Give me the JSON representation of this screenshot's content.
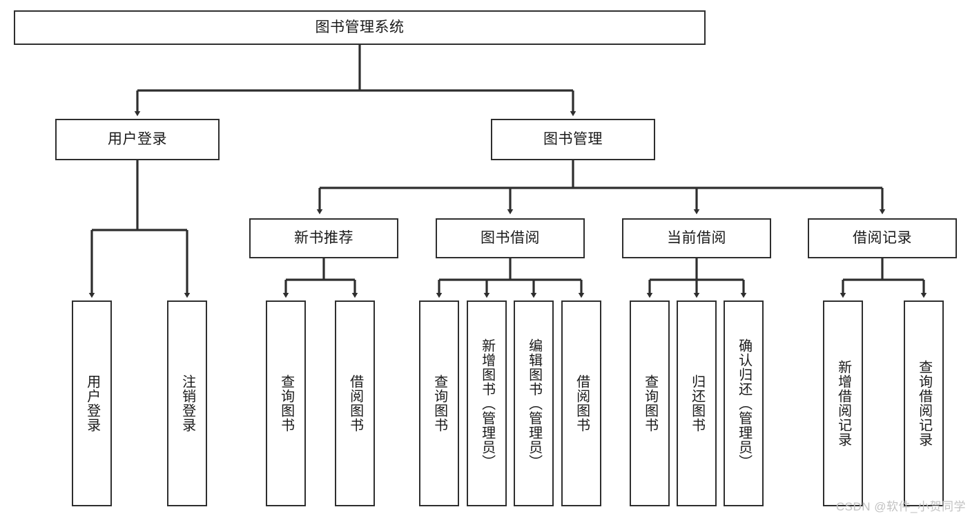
{
  "diagram": {
    "type": "tree-hierarchy-chart",
    "title": "图书管理系统",
    "stroke_color": "#2e2e2e",
    "background_color": "#ffffff",
    "text_color": "#1a1a1a",
    "watermark": "CSDN @软件_小贺同学",
    "nodes": {
      "root": {
        "label": "图书管理系统",
        "level": 1
      },
      "n_user_login": {
        "label": "用户登录",
        "level": 2
      },
      "n_book_mgmt": {
        "label": "图书管理",
        "level": 2
      },
      "n_new_book_rec": {
        "label": "新书推荐",
        "level": 3
      },
      "n_book_borrow": {
        "label": "图书借阅",
        "level": 3
      },
      "n_current_borrow": {
        "label": "当前借阅",
        "level": 3
      },
      "n_borrow_record": {
        "label": "借阅记录",
        "level": 3
      },
      "l_user_login": {
        "label": "用户登录",
        "level": 4
      },
      "l_user_logout": {
        "label": "注销登录",
        "level": 4
      },
      "l_query_book_1": {
        "label": "查询图书",
        "level": 4
      },
      "l_borrow_book_1": {
        "label": "借阅图书",
        "level": 4
      },
      "l_query_book_2": {
        "label": "查询图书",
        "level": 4
      },
      "l_add_book": {
        "label": "新增图书（管理员）",
        "level": 4
      },
      "l_edit_book": {
        "label": "编辑图书（管理员）",
        "level": 4
      },
      "l_borrow_book_2": {
        "label": "借阅图书",
        "level": 4
      },
      "l_query_book_3": {
        "label": "查询图书",
        "level": 4
      },
      "l_return_book": {
        "label": "归还图书",
        "level": 4
      },
      "l_confirm_return": {
        "label": "确认归还（管理员）",
        "level": 4
      },
      "l_add_record": {
        "label": "新增借阅记录",
        "level": 4
      },
      "l_query_record": {
        "label": "查询借阅记录",
        "level": 4
      }
    },
    "edges": [
      {
        "from": "root",
        "to": "n_user_login"
      },
      {
        "from": "root",
        "to": "n_book_mgmt"
      },
      {
        "from": "n_user_login",
        "to": "l_user_login"
      },
      {
        "from": "n_user_login",
        "to": "l_user_logout"
      },
      {
        "from": "n_book_mgmt",
        "to": "n_new_book_rec"
      },
      {
        "from": "n_book_mgmt",
        "to": "n_book_borrow"
      },
      {
        "from": "n_book_mgmt",
        "to": "n_current_borrow"
      },
      {
        "from": "n_book_mgmt",
        "to": "n_borrow_record"
      },
      {
        "from": "n_new_book_rec",
        "to": "l_query_book_1"
      },
      {
        "from": "n_new_book_rec",
        "to": "l_borrow_book_1"
      },
      {
        "from": "n_book_borrow",
        "to": "l_query_book_2"
      },
      {
        "from": "n_book_borrow",
        "to": "l_add_book"
      },
      {
        "from": "n_book_borrow",
        "to": "l_edit_book"
      },
      {
        "from": "n_book_borrow",
        "to": "l_borrow_book_2"
      },
      {
        "from": "n_current_borrow",
        "to": "l_query_book_3"
      },
      {
        "from": "n_current_borrow",
        "to": "l_return_book"
      },
      {
        "from": "n_current_borrow",
        "to": "l_confirm_return"
      },
      {
        "from": "n_borrow_record",
        "to": "l_add_record"
      },
      {
        "from": "n_borrow_record",
        "to": "l_query_record"
      }
    ]
  }
}
